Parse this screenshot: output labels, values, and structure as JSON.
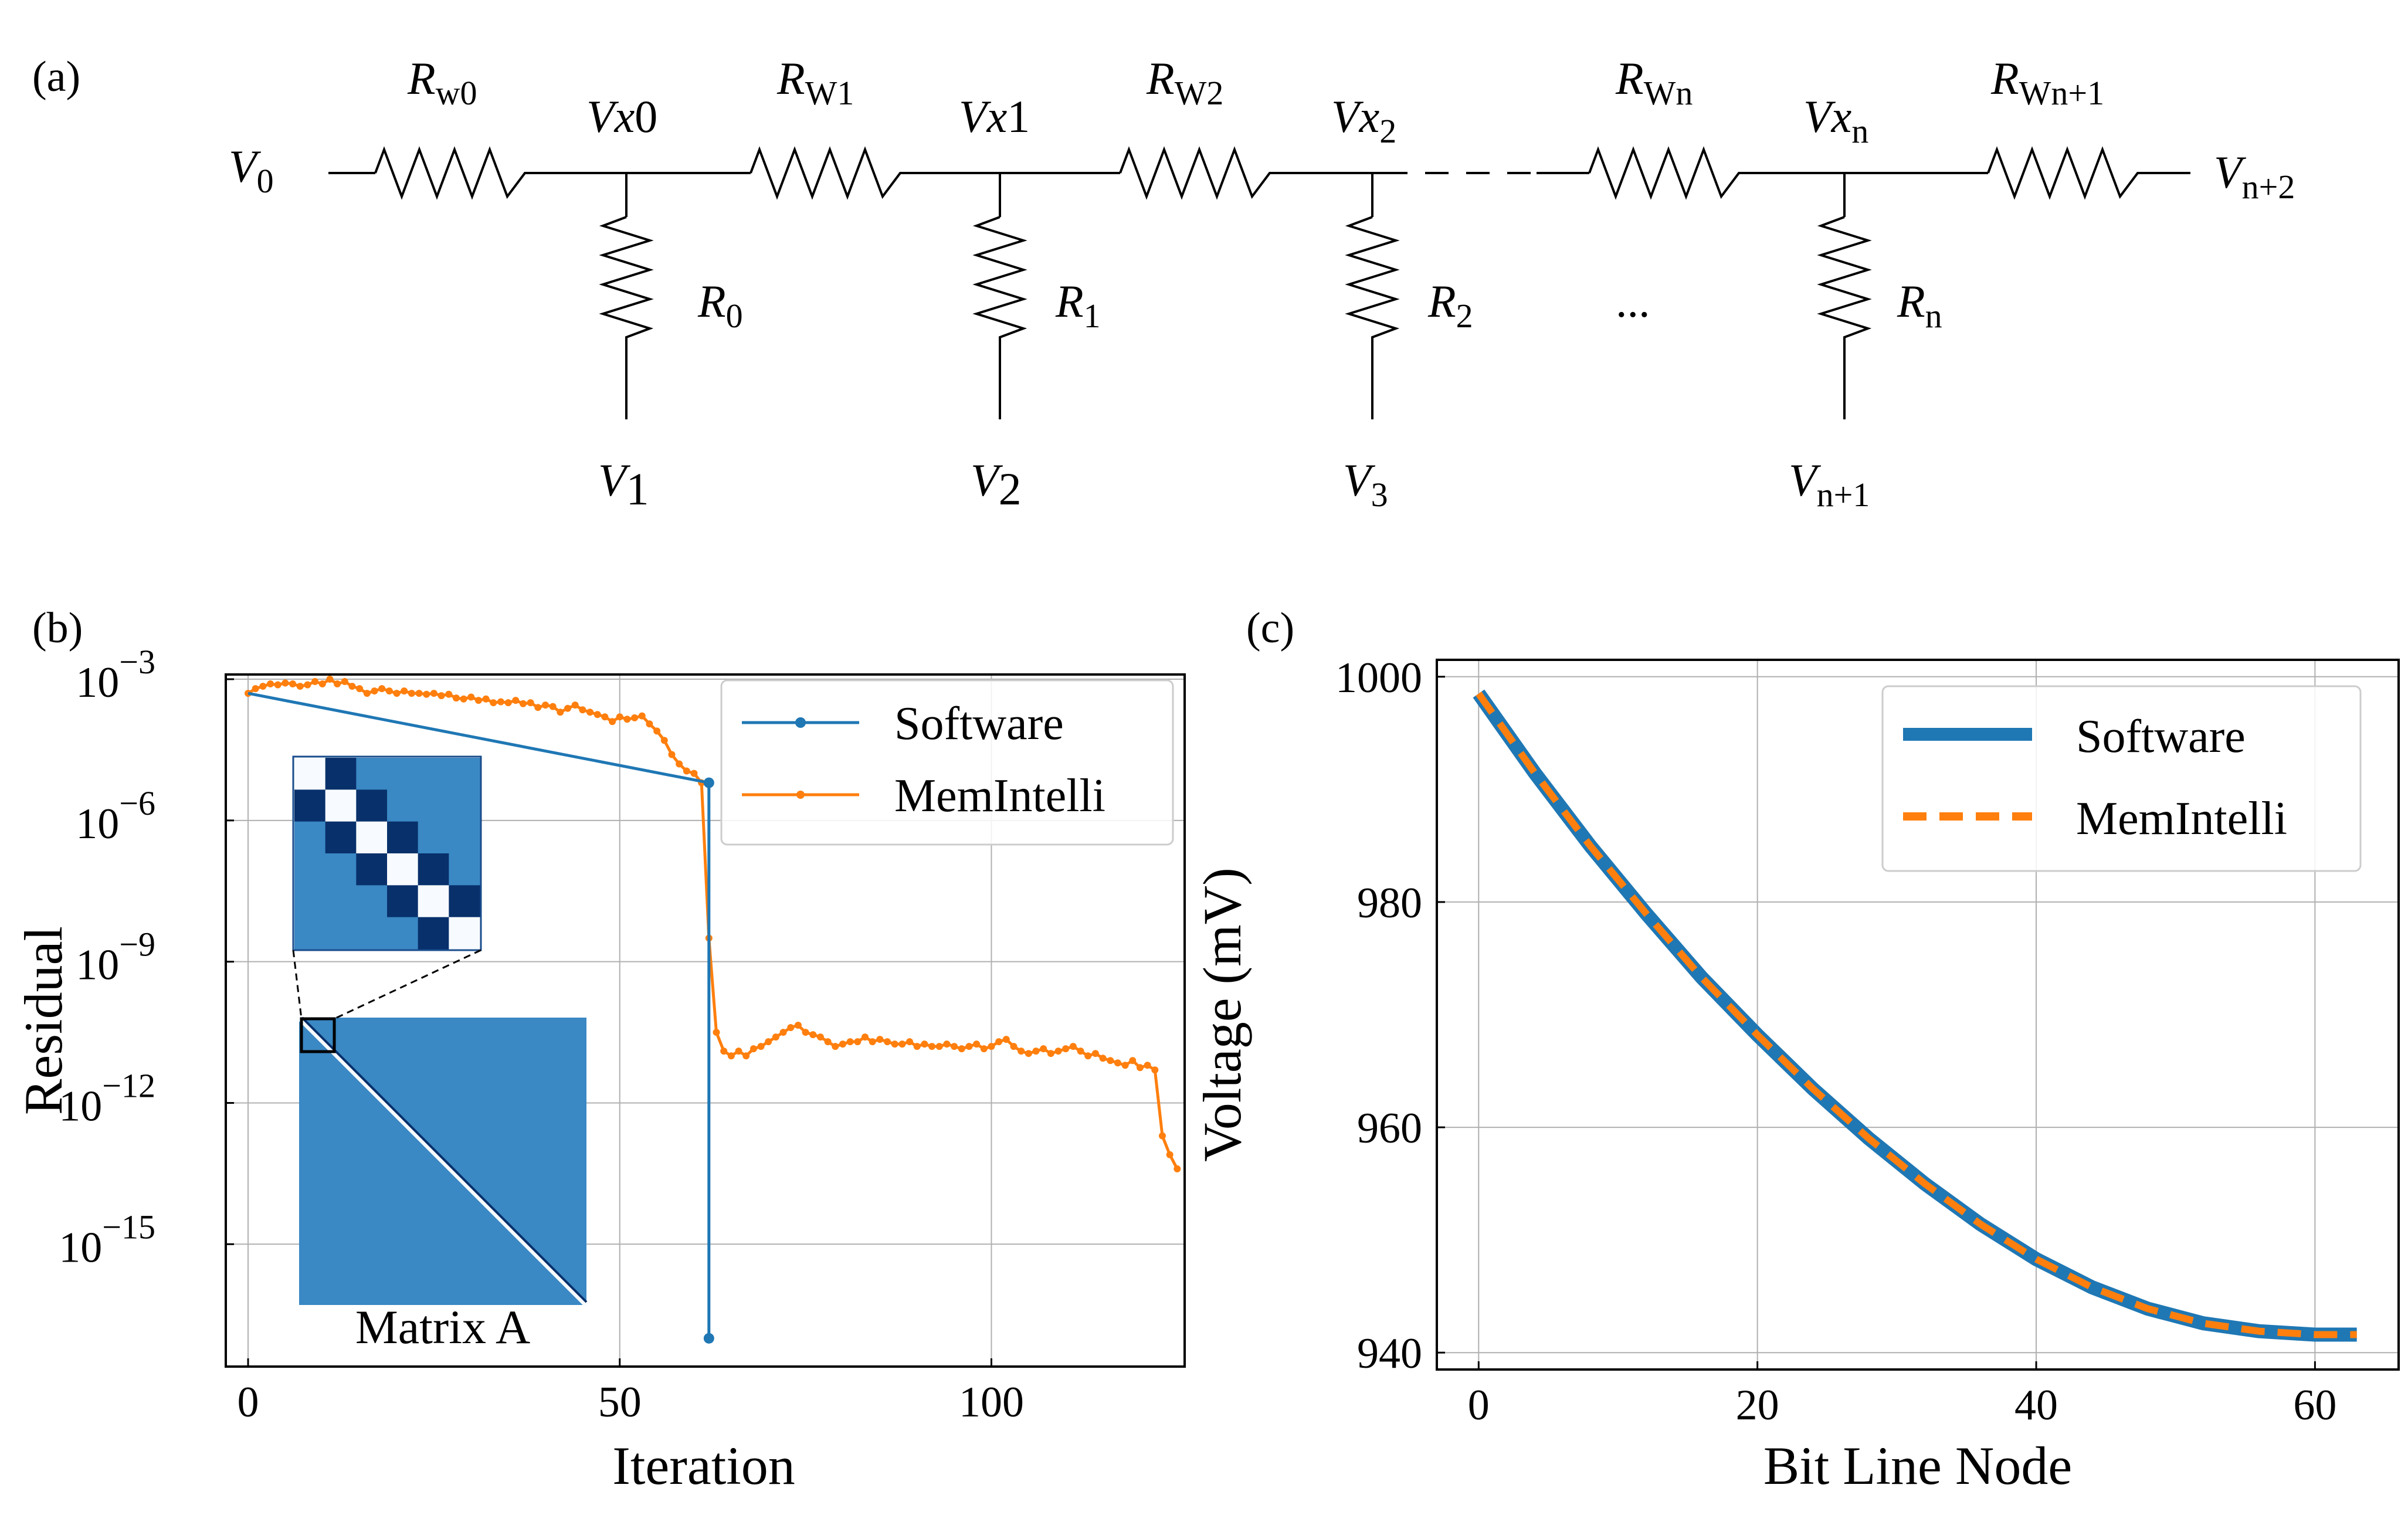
{
  "circuit": {
    "panel_label": "(a)",
    "wire_resistors": [
      {
        "r": "R",
        "sub": "w0"
      },
      {
        "r": "R",
        "sub": "W1"
      },
      {
        "r": "R",
        "sub": "W2"
      },
      {
        "r": "R",
        "sub": "Wn"
      },
      {
        "r": "R",
        "sub": "Wn+1"
      }
    ],
    "nodes": [
      {
        "v": "Vx",
        "sub": "0"
      },
      {
        "v": "Vx",
        "sub": "1"
      },
      {
        "v": "Vx",
        "sub": "2"
      },
      {
        "v": "Vx",
        "sub": "n"
      }
    ],
    "cell_resistors": [
      {
        "r": "R",
        "sub": "0"
      },
      {
        "r": "R",
        "sub": "1"
      },
      {
        "r": "R",
        "sub": "2"
      },
      {
        "r": "R",
        "sub": "n"
      }
    ],
    "bottom_voltages": [
      {
        "v": "V",
        "sub": "1"
      },
      {
        "v": "V",
        "sub": "2"
      },
      {
        "v": "V",
        "sub": "3"
      },
      {
        "v": "V",
        "sub": "n+1"
      }
    ],
    "left_voltage": {
      "v": "V",
      "sub": "0"
    },
    "right_voltage": {
      "v": "V",
      "sub": "n+2"
    },
    "ellipsis": "..."
  },
  "chart_data": [
    {
      "panel_label": "(b)",
      "type": "line",
      "xlabel": "Iteration",
      "ylabel": "Residual",
      "yscale": "log",
      "xlim": [
        -3,
        126
      ],
      "ylim_exp": [
        -17.6,
        -2.9
      ],
      "xticks": [
        0,
        50,
        100
      ],
      "yticks_exp": [
        -3,
        -6,
        -9,
        -12,
        -15
      ],
      "ytick_base": "10",
      "grid": true,
      "legend": {
        "position": "top-right"
      },
      "colors": {
        "software": "#1f77b4",
        "memintelli": "#ff7f0e"
      },
      "series": [
        {
          "name": "Software",
          "x": [
            0,
            62,
            62
          ],
          "log10_y": [
            -3.3,
            -5.2,
            -17.0
          ]
        },
        {
          "name": "MemIntelli",
          "x": [
            0,
            1,
            2,
            3,
            4,
            5,
            6,
            7,
            8,
            9,
            10,
            11,
            12,
            13,
            14,
            15,
            16,
            17,
            18,
            19,
            20,
            21,
            22,
            23,
            24,
            25,
            26,
            27,
            28,
            29,
            30,
            31,
            32,
            33,
            34,
            35,
            36,
            37,
            38,
            39,
            40,
            41,
            42,
            43,
            44,
            45,
            46,
            47,
            48,
            49,
            50,
            51,
            52,
            53,
            54,
            55,
            56,
            57,
            58,
            59,
            60,
            61,
            62,
            63,
            64,
            65,
            66,
            67,
            68,
            69,
            70,
            71,
            72,
            73,
            74,
            75,
            76,
            77,
            78,
            79,
            80,
            81,
            82,
            83,
            84,
            85,
            86,
            87,
            88,
            89,
            90,
            91,
            92,
            93,
            94,
            95,
            96,
            97,
            98,
            99,
            100,
            101,
            102,
            103,
            104,
            105,
            106,
            107,
            108,
            109,
            110,
            111,
            112,
            113,
            114,
            115,
            116,
            117,
            118,
            119,
            120,
            121,
            122,
            123,
            124,
            125
          ],
          "log10_y": [
            -3.3,
            -3.2,
            -3.15,
            -3.1,
            -3.12,
            -3.08,
            -3.1,
            -3.15,
            -3.12,
            -3.05,
            -3.1,
            -3.0,
            -3.1,
            -3.05,
            -3.15,
            -3.2,
            -3.3,
            -3.25,
            -3.2,
            -3.25,
            -3.3,
            -3.25,
            -3.3,
            -3.3,
            -3.32,
            -3.3,
            -3.35,
            -3.32,
            -3.4,
            -3.42,
            -3.38,
            -3.45,
            -3.42,
            -3.5,
            -3.48,
            -3.5,
            -3.45,
            -3.52,
            -3.5,
            -3.6,
            -3.55,
            -3.58,
            -3.7,
            -3.62,
            -3.55,
            -3.65,
            -3.7,
            -3.75,
            -3.8,
            -3.9,
            -3.8,
            -3.85,
            -3.82,
            -3.78,
            -3.95,
            -4.1,
            -4.3,
            -4.6,
            -4.8,
            -4.95,
            -5.0,
            -5.2,
            -8.5,
            -10.5,
            -10.9,
            -11.0,
            -10.9,
            -11.0,
            -10.85,
            -10.8,
            -10.7,
            -10.6,
            -10.5,
            -10.4,
            -10.35,
            -10.5,
            -10.55,
            -10.6,
            -10.7,
            -10.8,
            -10.75,
            -10.7,
            -10.7,
            -10.6,
            -10.7,
            -10.65,
            -10.7,
            -10.75,
            -10.75,
            -10.7,
            -10.8,
            -10.75,
            -10.8,
            -10.8,
            -10.75,
            -10.8,
            -10.85,
            -10.8,
            -10.75,
            -10.85,
            -10.8,
            -10.7,
            -10.65,
            -10.8,
            -10.9,
            -10.95,
            -10.9,
            -10.85,
            -10.95,
            -10.9,
            -10.85,
            -10.8,
            -10.9,
            -11.0,
            -10.95,
            -11.05,
            -11.1,
            -11.15,
            -11.2,
            -11.1,
            -11.25,
            -11.2,
            -11.3,
            -12.7,
            -13.1,
            -13.4
          ]
        }
      ],
      "inset": {
        "label": "Matrix A",
        "colors": {
          "dark": "#08306b",
          "mid": "#3a88c4",
          "light": "#f7fbff"
        }
      }
    },
    {
      "panel_label": "(c)",
      "type": "line",
      "xlabel": "Bit Line Node",
      "ylabel": "Voltage (mV)",
      "xlim": [
        -3,
        66
      ],
      "ylim": [
        938.5,
        1001.5
      ],
      "xticks": [
        0,
        20,
        40,
        60
      ],
      "yticks": [
        940,
        960,
        980,
        1000
      ],
      "grid": true,
      "legend": {
        "position": "top-right"
      },
      "colors": {
        "software": "#1f77b4",
        "memintelli": "#ff7f0e"
      },
      "series": [
        {
          "name": "Software",
          "x": [
            0,
            4,
            8,
            12,
            16,
            20,
            24,
            28,
            32,
            36,
            40,
            44,
            48,
            52,
            56,
            60,
            63
          ],
          "values": [
            998.5,
            991.5,
            985.0,
            979.0,
            973.3,
            968.2,
            963.4,
            959.0,
            955.0,
            951.4,
            948.3,
            945.8,
            943.9,
            942.6,
            941.9,
            941.6,
            941.6
          ]
        },
        {
          "name": "MemIntelli",
          "x": [
            0,
            4,
            8,
            12,
            16,
            20,
            24,
            28,
            32,
            36,
            40,
            44,
            48,
            52,
            56,
            60,
            63
          ],
          "values": [
            998.5,
            991.5,
            985.0,
            979.0,
            973.3,
            968.2,
            963.4,
            959.0,
            955.0,
            951.4,
            948.3,
            945.8,
            943.9,
            942.6,
            941.9,
            941.6,
            941.6
          ]
        }
      ]
    }
  ]
}
